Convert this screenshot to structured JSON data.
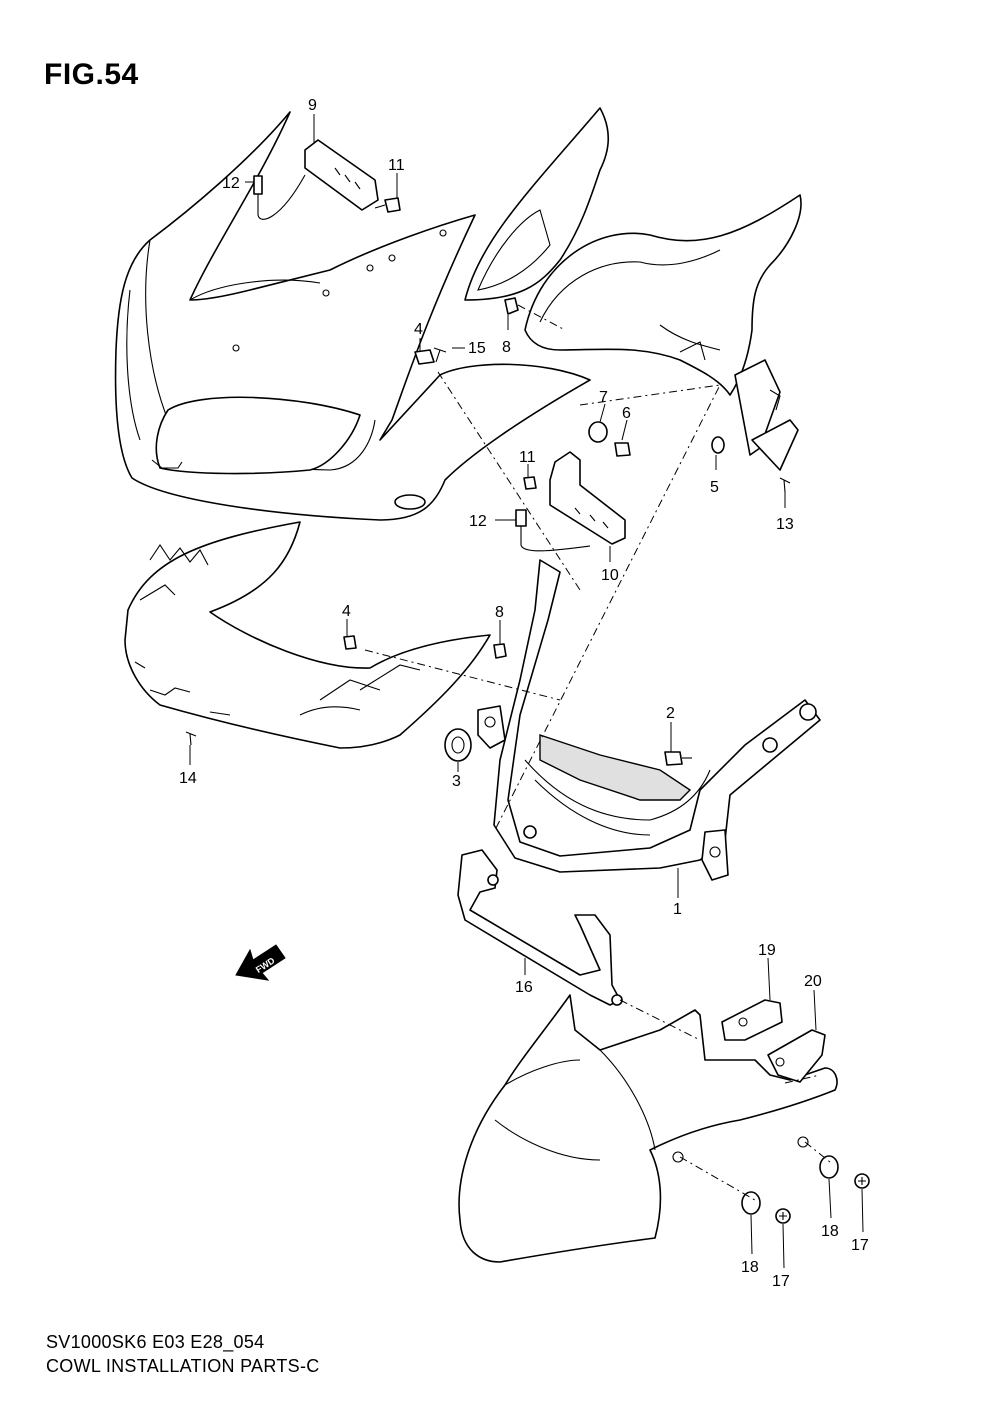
{
  "figure": {
    "title": "FIG.54",
    "model_code": "SV1000SK6 E03 E28_054",
    "caption": "COWL INSTALLATION PARTS-C"
  },
  "fwd_label": "FWD",
  "callouts": [
    {
      "id": "c9",
      "label": "9"
    },
    {
      "id": "c11a",
      "label": "11"
    },
    {
      "id": "c12a",
      "label": "12"
    },
    {
      "id": "c4a",
      "label": "4"
    },
    {
      "id": "c15",
      "label": "15"
    },
    {
      "id": "c8a",
      "label": "8"
    },
    {
      "id": "c7",
      "label": "7"
    },
    {
      "id": "c6",
      "label": "6"
    },
    {
      "id": "c5",
      "label": "5"
    },
    {
      "id": "c13",
      "label": "13"
    },
    {
      "id": "c11b",
      "label": "11"
    },
    {
      "id": "c12b",
      "label": "12"
    },
    {
      "id": "c10",
      "label": "10"
    },
    {
      "id": "c4b",
      "label": "4"
    },
    {
      "id": "c8b",
      "label": "8"
    },
    {
      "id": "c14",
      "label": "14"
    },
    {
      "id": "c2",
      "label": "2"
    },
    {
      "id": "c3",
      "label": "3"
    },
    {
      "id": "c1",
      "label": "1"
    },
    {
      "id": "c16",
      "label": "16"
    },
    {
      "id": "c19",
      "label": "19"
    },
    {
      "id": "c20",
      "label": "20"
    },
    {
      "id": "c18a",
      "label": "18"
    },
    {
      "id": "c17a",
      "label": "17"
    },
    {
      "id": "c18b",
      "label": "18"
    },
    {
      "id": "c17b",
      "label": "17"
    }
  ]
}
